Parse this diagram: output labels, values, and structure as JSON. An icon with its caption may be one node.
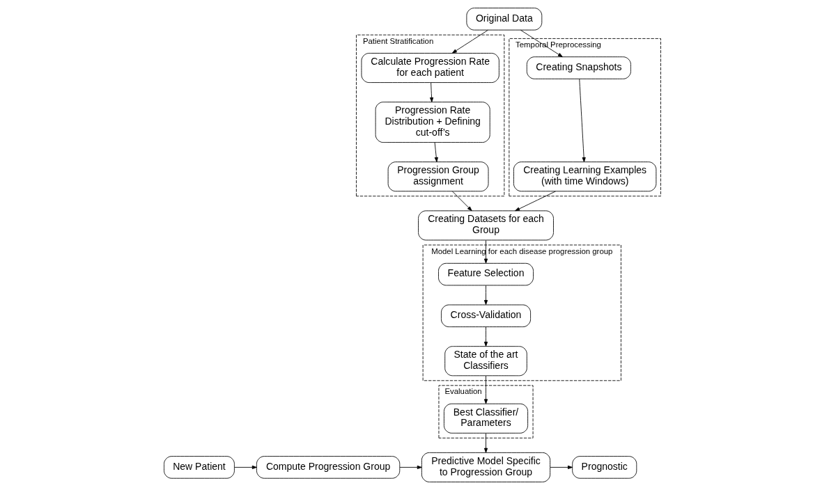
{
  "diagram": {
    "nodes": [
      {
        "text": [
          "Original Data"
        ]
      },
      {
        "text": [
          "Patient Stratification"
        ]
      },
      {
        "text": [
          "Calculate Progression Rate for each patient"
        ],
        "in": 1
      },
      {
        "text": [
          "Progression Rate Distribution + Defining cut-off’s"
        ],
        "in": 1
      },
      {
        "text": [
          "Progression Group assignment"
        ],
        "in": 1
      },
      {
        "text": [
          "Temporal Preprocessing"
        ]
      },
      {
        "text": [
          "Creating Snapshots"
        ],
        "in": 5
      },
      {
        "text": [
          "Creating Learning Examples (with time Windows)"
        ],
        "in": 5
      },
      {
        "text": [
          "Creating Datasets for each Group"
        ]
      },
      {
        "text": [
          "Model Learning for each disease progression group"
        ]
      },
      {
        "text": [
          "State of the art Classifiers"
        ],
        "in": 9
      },
      {
        "text": [
          "Cross-Validation"
        ],
        "in": 9
      },
      {
        "text": [
          "Feature Selection"
        ],
        "in": 9
      },
      {
        "text": [
          "Evaluation"
        ]
      },
      {
        "text": [
          "Best Classifier/ Parameters"
        ],
        "in": 13
      },
      {
        "text": [
          "New Patient"
        ]
      },
      {
        "text": [
          "Compute Progression Group"
        ]
      },
      {
        "text": [
          "Predictive Model Specific to Progression Group"
        ]
      },
      {
        "text": [
          "Prognostic"
        ]
      }
    ],
    "edges": [
      {
        "from": 0,
        "to": 2,
        "arrow": "to"
      },
      {
        "from": 0,
        "to": 6,
        "arrow": "to"
      },
      {
        "from": 2,
        "to": 3,
        "arrow": "to"
      },
      {
        "from": 3,
        "to": 4,
        "arrow": "to"
      },
      {
        "from": 6,
        "to": 7,
        "arrow": "to"
      },
      {
        "from": 7,
        "to": 8,
        "arrow": "to"
      },
      {
        "from": 4,
        "to": 8,
        "arrow": "to"
      },
      {
        "from": 8,
        "to": 12,
        "arrow": "to"
      },
      {
        "from": 12,
        "to": 11,
        "arrow": "to"
      },
      {
        "from": 11,
        "to": 10,
        "arrow": "to"
      },
      {
        "from": 10,
        "to": 14,
        "arrow": "to"
      },
      {
        "from": 14,
        "to": 17,
        "arrow": "to"
      },
      {
        "from": 15,
        "to": 16,
        "arrow": "to"
      },
      {
        "from": 16,
        "to": 17,
        "arrow": "to"
      },
      {
        "from": 17,
        "to": 18,
        "arrow": "to"
      }
    ]
  }
}
